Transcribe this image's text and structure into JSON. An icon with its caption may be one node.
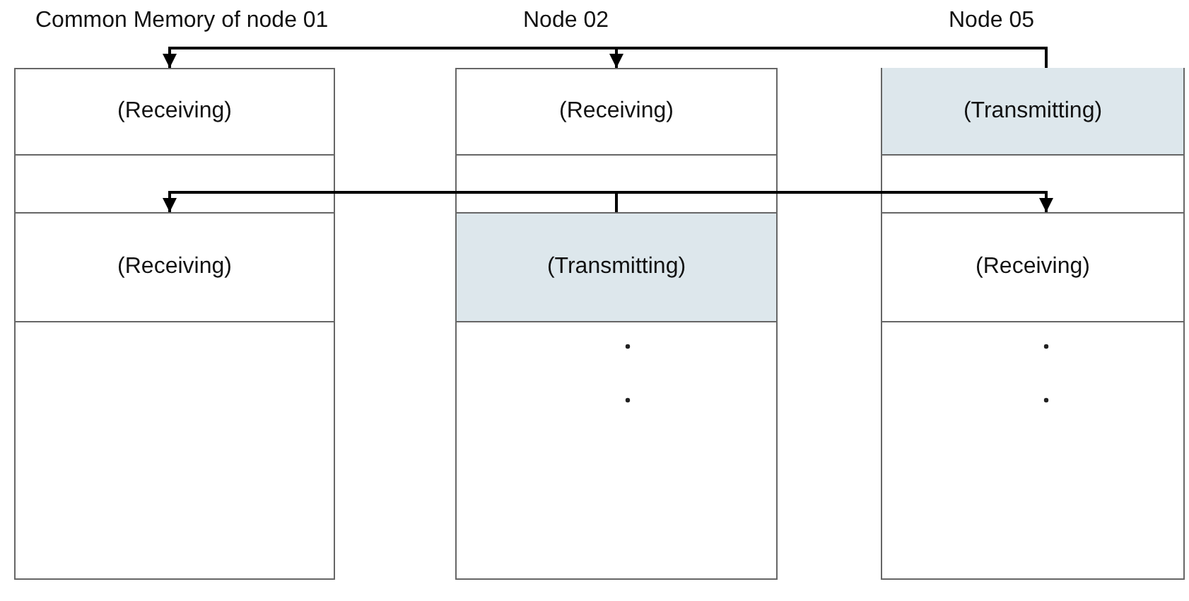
{
  "diagram": {
    "nodes": [
      {
        "text": [
          "Common Memory of node 01"
        ]
      },
      {
        "text": [
          "(Receiving)"
        ],
        "in": 0
      },
      {
        "text": [
          "(Receiving)"
        ],
        "in": 0
      },
      {
        "text": [
          "Node 02"
        ]
      },
      {
        "text": [
          "(Receiving)"
        ],
        "in": 3
      },
      {
        "text": [
          "(Transmitting)"
        ],
        "in": 3
      },
      {
        "text": [
          "Node 05"
        ]
      },
      {
        "text": [
          "(Transmitting)"
        ],
        "in": 6
      },
      {
        "text": [
          "(Receiving)"
        ],
        "in": 6
      }
    ],
    "edges": [
      {
        "from": 7,
        "to": 1,
        "arrow": "to"
      },
      {
        "from": 7,
        "to": 4,
        "arrow": "to"
      },
      {
        "from": 5,
        "to": 2,
        "arrow": "to"
      },
      {
        "from": 5,
        "to": 8,
        "arrow": "to"
      }
    ]
  }
}
